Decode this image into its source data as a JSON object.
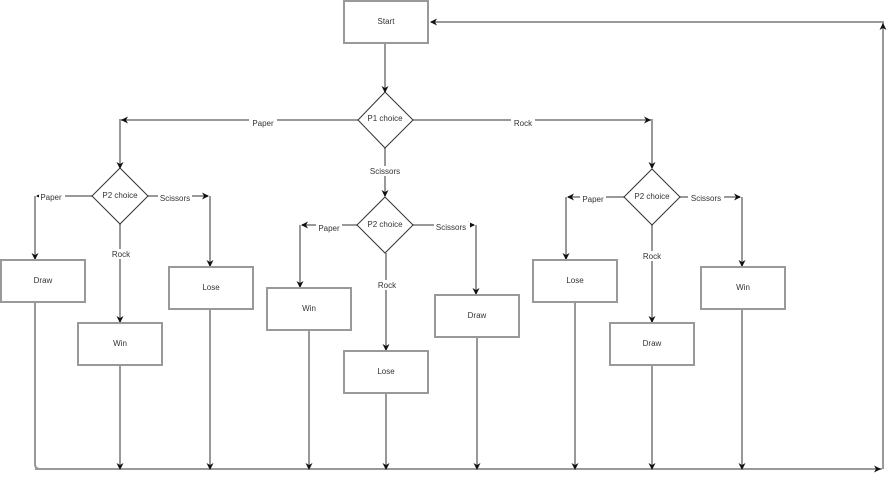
{
  "diagram": {
    "title": "Rock Paper Scissors game flowchart",
    "nodes": {
      "start": {
        "label": "Start",
        "shape": "rect"
      },
      "p1": {
        "label": "P1 choice",
        "shape": "diamond"
      },
      "p2_paper": {
        "label": "P2 choice",
        "shape": "diamond"
      },
      "p2_scissors": {
        "label": "P2 choice",
        "shape": "diamond"
      },
      "p2_rock": {
        "label": "P2 choice",
        "shape": "diamond"
      },
      "pp_draw": {
        "label": "Draw",
        "shape": "rect"
      },
      "pr_win": {
        "label": "Win",
        "shape": "rect"
      },
      "ps_lose": {
        "label": "Lose",
        "shape": "rect"
      },
      "sp_win": {
        "label": "Win",
        "shape": "rect"
      },
      "sr_lose": {
        "label": "Lose",
        "shape": "rect"
      },
      "ss_draw": {
        "label": "Draw",
        "shape": "rect"
      },
      "rp_lose": {
        "label": "Lose",
        "shape": "rect"
      },
      "rr_draw": {
        "label": "Draw",
        "shape": "rect"
      },
      "rs_win": {
        "label": "Win",
        "shape": "rect"
      }
    },
    "edge_labels": {
      "p1_paper": "Paper",
      "p1_scissors": "Scissors",
      "p1_rock": "Rock",
      "a_paper": "Paper",
      "a_rock": "Rock",
      "a_scissors": "Scissors",
      "b_paper": "Paper",
      "b_rock": "Rock",
      "b_scissors": "Scissors",
      "c_paper": "Paper",
      "c_rock": "Rock",
      "c_scissors": "Scissors"
    },
    "colors": {
      "edge": "#999999",
      "diamond_stroke": "#333333",
      "text": "#333333"
    }
  }
}
